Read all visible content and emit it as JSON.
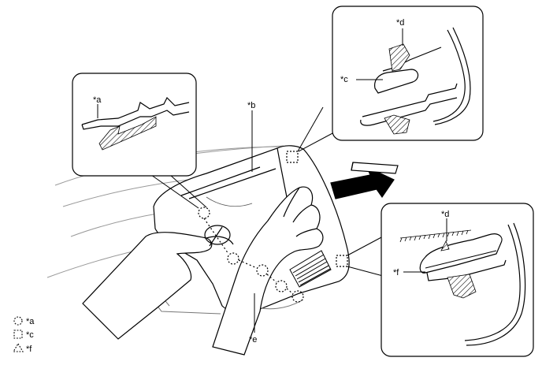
{
  "callouts": {
    "a": "*a",
    "b": "*b",
    "c": "*c",
    "d_top": "*d",
    "d_bottom": "*d",
    "e": "*e",
    "f": "*f"
  },
  "legend": [
    {
      "symbol": "dotted-circle",
      "label": "*a"
    },
    {
      "symbol": "dotted-square",
      "label": "*c"
    },
    {
      "symbol": "dotted-triangle",
      "label": "*f"
    }
  ]
}
